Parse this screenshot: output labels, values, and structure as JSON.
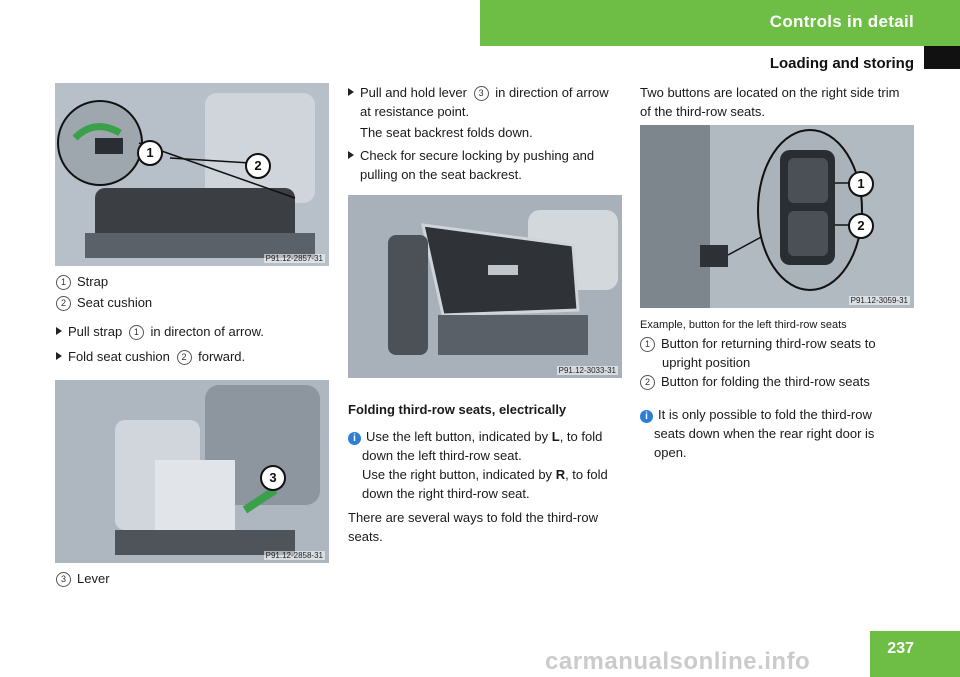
{
  "header": {
    "section": "Controls in detail",
    "subsection": "Loading and storing"
  },
  "page_number": "237",
  "watermark": "carmanualsonline.info",
  "col1": {
    "photo1": {
      "code": "P91.12-2857-31",
      "callouts": [
        "1",
        "2"
      ]
    },
    "legend1": [
      {
        "num": "1",
        "label": "Strap"
      },
      {
        "num": "2",
        "label": "Seat cushion"
      }
    ],
    "steps": {
      "s1_pre": "Pull strap",
      "s1_num": "1",
      "s1_post": "in directon of arrow.",
      "s2_pre": "Fold seat cushion",
      "s2_num": "2",
      "s2_post": "forward."
    },
    "photo2": {
      "code": "P91.12-2858-31",
      "callouts": [
        "3"
      ]
    },
    "legend2": {
      "num": "3",
      "label": "Lever"
    }
  },
  "col2": {
    "step1_pre": "Pull and hold lever",
    "step1_num": "3",
    "step1_post": "in direction of arrow",
    "step1_line2": "at resistance point.",
    "step1_result": "The seat backrest folds down.",
    "step2_line1": "Check for secure locking by pushing and",
    "step2_line2": "pulling on the seat backrest.",
    "photo3": {
      "code": "P91.12-3033-31"
    },
    "heading": "Folding third-row seats, electrically",
    "info1_pre": "Use the left button, indicated by",
    "info1_key": "L",
    "info1_post": ", to fold",
    "info1_line2": "down the left third-row seat.",
    "info2_pre": "Use the right button, indicated by",
    "info2_key": "R",
    "info2_post": ", to fold",
    "info2_line2": "down the right third-row seat.",
    "para_line1": "There are several ways to fold the third-row",
    "para_line2": "seats."
  },
  "col3": {
    "intro_line1": "Two buttons are located on the right side trim",
    "intro_line2": "of the third-row seats.",
    "photo4": {
      "code": "P91.12-3059-31",
      "callouts": [
        "1",
        "2"
      ]
    },
    "caption": "Example, button for the left third-row seats",
    "legend": [
      {
        "num": "1",
        "line1": "Button for returning third-row seats to",
        "line2": "upright position"
      },
      {
        "num": "2",
        "line1": "Button for folding the third-row seats",
        "line2": ""
      }
    ],
    "note_line1": "It is only possible to fold the third-row",
    "note_line2": "seats down when the rear right door is",
    "note_line3": "open."
  }
}
